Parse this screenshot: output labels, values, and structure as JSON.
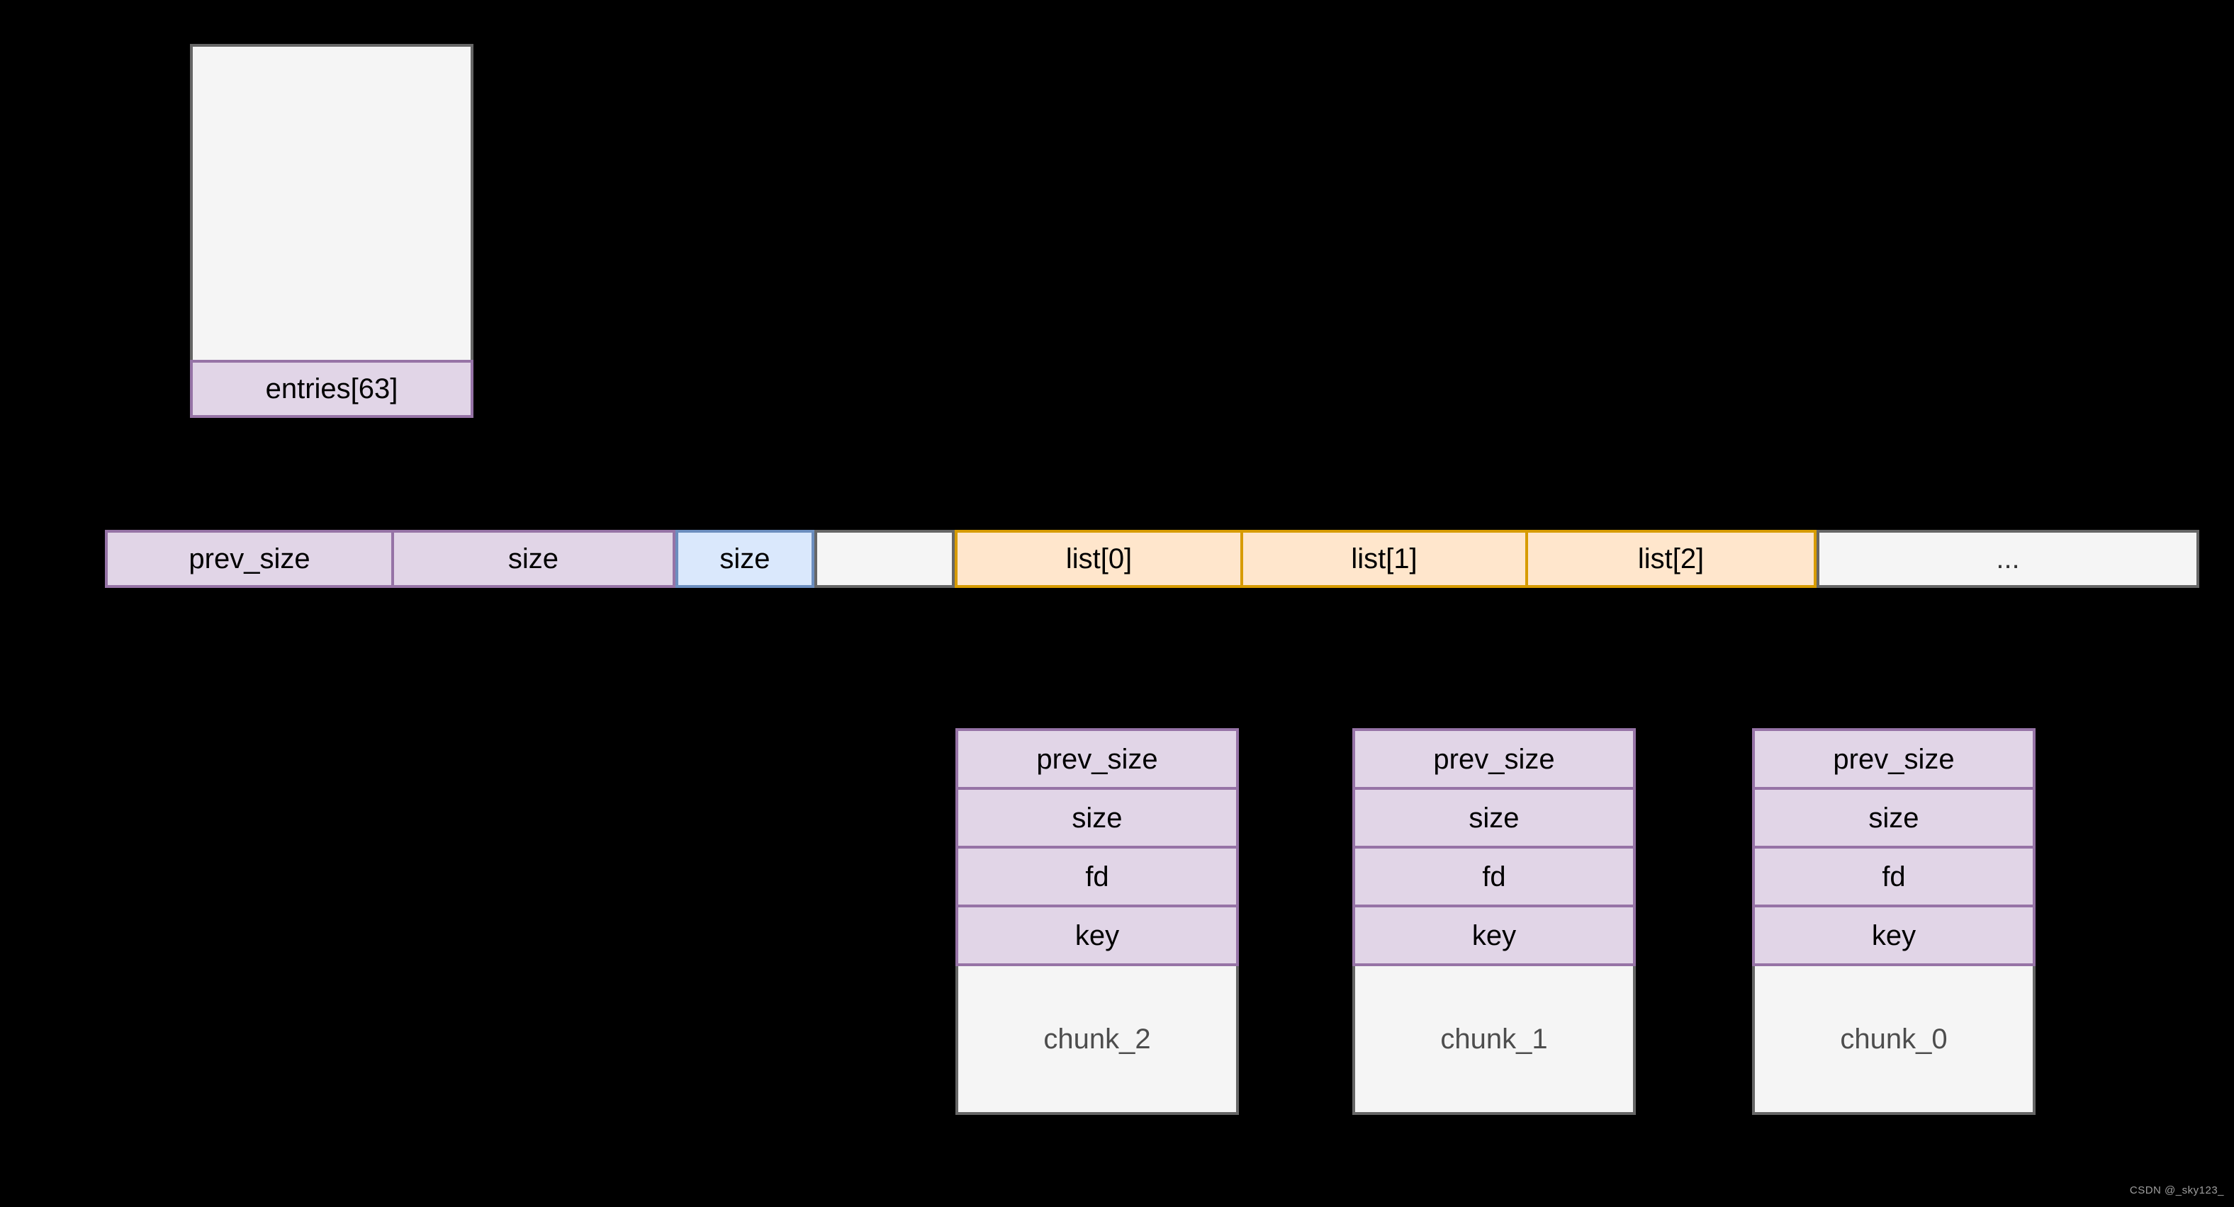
{
  "diagram": {
    "title_hint": "tcache heap memory layout",
    "colors": {
      "background": "#000000",
      "purple_fill": "#e1d5e7",
      "purple_stroke": "#9673a6",
      "blue_fill": "#dae8fc",
      "blue_stroke": "#6c8ebf",
      "orange_fill": "#ffe6cc",
      "orange_stroke": "#d79b00",
      "gray_fill": "#f5f5f5",
      "gray_stroke": "#666666",
      "text": "#000000",
      "muted_text": "#333333",
      "chunk_text": "#4d4d4d",
      "watermark_text": "#9e9e9e"
    },
    "entries_box": {
      "label": "entries[63]"
    },
    "memory_row": {
      "cells": [
        {
          "label": "prev_size",
          "style": "purple"
        },
        {
          "label": "size",
          "style": "purple"
        },
        {
          "label": "size",
          "style": "blue"
        },
        {
          "label": "",
          "style": "gray"
        },
        {
          "label": "list[0]",
          "style": "orange"
        },
        {
          "label": "list[1]",
          "style": "orange"
        },
        {
          "label": "list[2]",
          "style": "orange"
        },
        {
          "label": "...",
          "style": "gray"
        }
      ]
    },
    "chunks": [
      {
        "name": "chunk_2",
        "fields": [
          "prev_size",
          "size",
          "fd",
          "key"
        ]
      },
      {
        "name": "chunk_1",
        "fields": [
          "prev_size",
          "size",
          "fd",
          "key"
        ]
      },
      {
        "name": "chunk_0",
        "fields": [
          "prev_size",
          "size",
          "fd",
          "key"
        ]
      }
    ],
    "watermark": "CSDN @_sky123_"
  }
}
